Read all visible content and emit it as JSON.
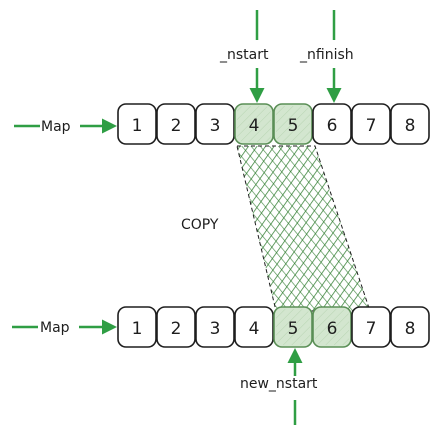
{
  "colors": {
    "ink": "#1e1e1e",
    "arrow": "#2f9e44",
    "highlight_fill": "#d3e6cf",
    "hatch": "#2b7a2b"
  },
  "top_row": {
    "map_label": "Map",
    "cells": [
      "1",
      "2",
      "3",
      "4",
      "5",
      "6",
      "7",
      "8"
    ],
    "highlighted": [
      3,
      4
    ]
  },
  "bottom_row": {
    "map_label": "Map",
    "cells": [
      "1",
      "2",
      "3",
      "4",
      "5",
      "6",
      "7",
      "8"
    ],
    "highlighted": [
      4,
      5
    ]
  },
  "pointers": {
    "nstart": "_nstart",
    "nfinish": "_nfinish",
    "new_nstart": "new_nstart"
  },
  "copy_label": "COPY"
}
